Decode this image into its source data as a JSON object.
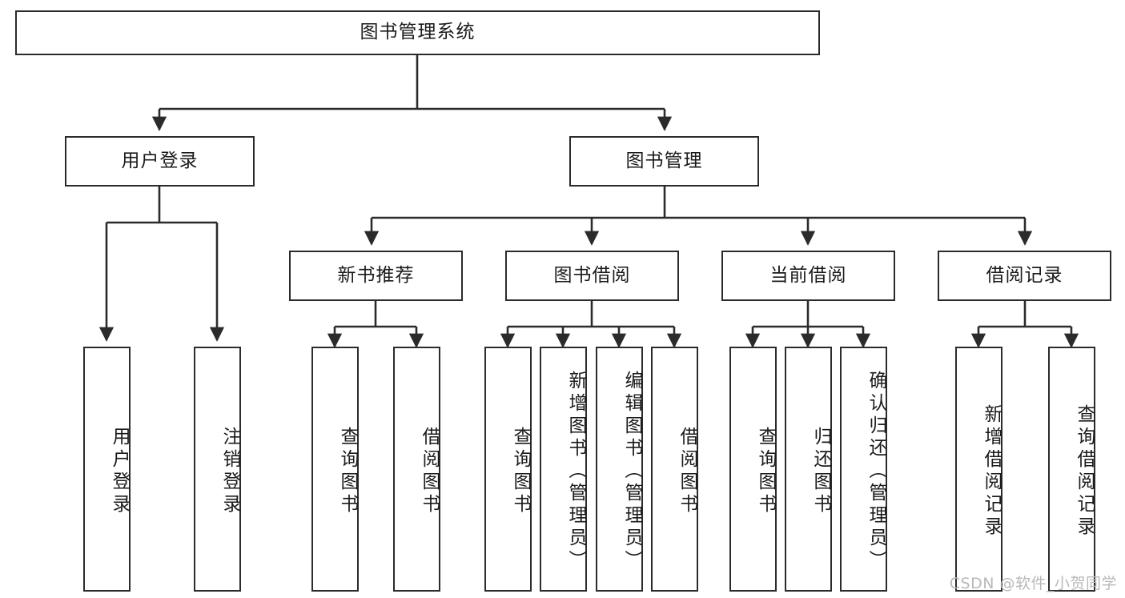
{
  "diagram": {
    "title": "图书管理系统",
    "type": "tree-hierarchy",
    "watermark": "CSDN @软件_小贺同学",
    "colors": {
      "stroke": "#2b2b2b",
      "fill": "#ffffff",
      "text": "#1b1b1b",
      "watermark": "#b9b9b9"
    },
    "nodes": {
      "root": {
        "label": "图书管理系统"
      },
      "level2": [
        {
          "id": "user-login",
          "label": "用户登录"
        },
        {
          "id": "book-manage",
          "label": "图书管理"
        }
      ],
      "level3": [
        {
          "id": "new-book-recommend",
          "label": "新书推荐"
        },
        {
          "id": "book-borrow",
          "label": "图书借阅"
        },
        {
          "id": "current-borrow",
          "label": "当前借阅"
        },
        {
          "id": "borrow-record",
          "label": "借阅记录"
        }
      ],
      "leaves": {
        "user_login": [
          {
            "id": "leaf-user-login",
            "label": "用户登录"
          },
          {
            "id": "leaf-logout",
            "label": "注销登录"
          }
        ],
        "new_book_recommend": [
          {
            "id": "leaf-query-book-1",
            "label": "查询图书"
          },
          {
            "id": "leaf-borrow-book-1",
            "label": "借阅图书"
          }
        ],
        "book_borrow": [
          {
            "id": "leaf-query-book-2",
            "label": "查询图书"
          },
          {
            "id": "leaf-add-book",
            "label": "新增图书（管理员）"
          },
          {
            "id": "leaf-edit-book",
            "label": "编辑图书（管理员）"
          },
          {
            "id": "leaf-borrow-book-2",
            "label": "借阅图书"
          }
        ],
        "current_borrow": [
          {
            "id": "leaf-query-book-3",
            "label": "查询图书"
          },
          {
            "id": "leaf-return-book",
            "label": "归还图书"
          },
          {
            "id": "leaf-confirm-return",
            "label": "确认归还（管理员）"
          }
        ],
        "borrow_record": [
          {
            "id": "leaf-add-record",
            "label": "新增借阅记录"
          },
          {
            "id": "leaf-query-record",
            "label": "查询借阅记录"
          }
        ]
      }
    }
  }
}
